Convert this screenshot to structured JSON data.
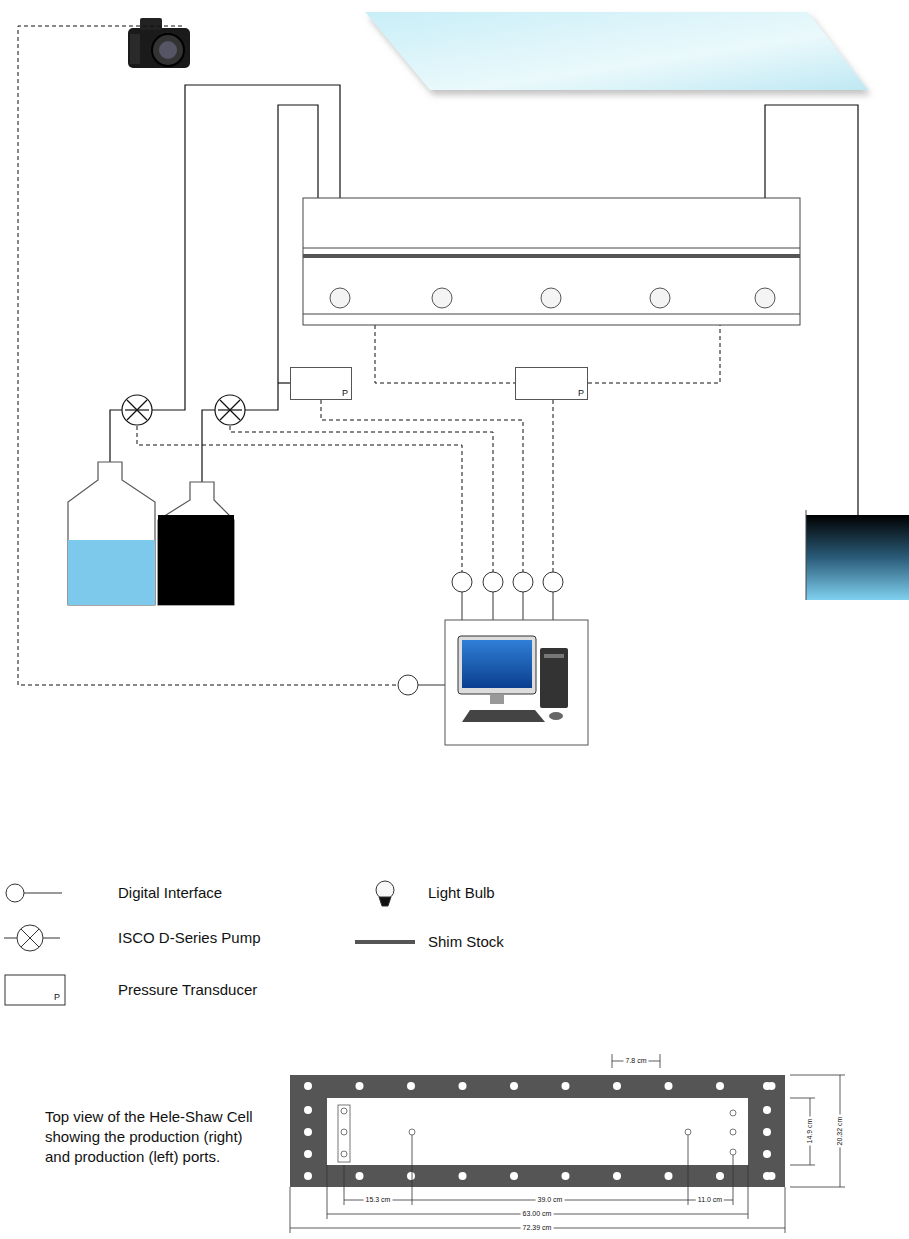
{
  "diagram": {
    "nodes": [
      {
        "text": [
          "P"
        ]
      },
      {
        "text": [
          "P"
        ]
      }
    ],
    "labels": [
      "Top view of the Hele-Shaw Cell showing the production (right) and production (left) ports.",
      "7.8 cm",
      "14.9 cm",
      "20.32 cm",
      "15.3 cm",
      "39.0 cm",
      "11.0 cm",
      "63.00 cm",
      "72.39 cm",
      "P"
    ],
    "legend": [
      {
        "text": "Digital Interface"
      },
      {
        "text": "ISCO D-Series Pump"
      },
      {
        "text": "Pressure Transducer"
      },
      {
        "text": "Light Bulb"
      },
      {
        "text": "Shim Stock"
      }
    ]
  }
}
